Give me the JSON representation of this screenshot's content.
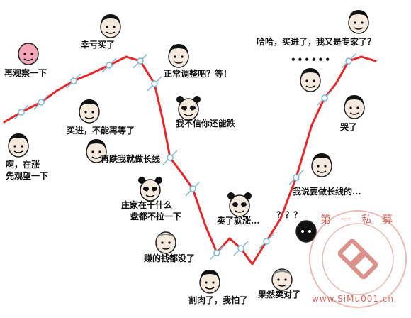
{
  "captions": {
    "c1": "再观察一下",
    "c2": "啊，在涨",
    "c3": "先观望一下",
    "c4": "买进，不能再等了",
    "c5": "幸亏买了",
    "c6": "正常调整吧？等！",
    "c7": "我不信你还能跌",
    "c8": "再跌我就做长线",
    "c9": "庄家在干什么",
    "c10": "盘都不拉一下",
    "c11": "赚的钱都没了",
    "c12": "割肉了，我怕了",
    "c13": "卖了就涨...",
    "c14": "？？？",
    "c15": "果然卖对了",
    "c16": "我说要做长线的...",
    "c17": "哭了",
    "c18": "••••••",
    "c19": "哈哈，买进了，我又是专家了？"
  },
  "watermark": {
    "chars": [
      "第",
      "一",
      "私",
      "募"
    ],
    "url": "www.SiMu001.cn"
  },
  "colors": {
    "line": "#e8262a",
    "node": "#7fb7d8",
    "watermark": "#c0392b"
  }
}
